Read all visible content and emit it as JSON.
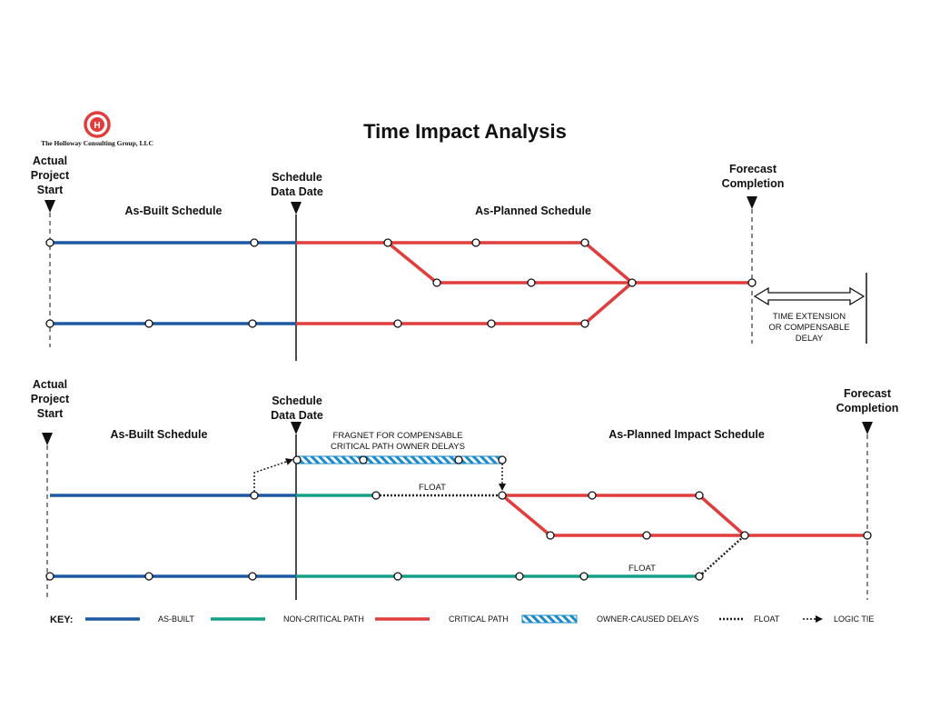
{
  "title": "Time Impact Analysis",
  "logo": {
    "name": "The Holloway Consulting Group, LLC",
    "mark": "H"
  },
  "colors": {
    "as_built": "#1d59a0",
    "non_critical": "#16a085",
    "critical": "#e03d3d",
    "owner_delay": "#1d8ac8",
    "float": "#222222",
    "logic_tie": "#222222"
  },
  "top": {
    "actual_start": "Actual\nProject\nStart",
    "data_date": "Schedule\nData Date",
    "forecast": "Forecast\nCompletion",
    "as_built_label": "As-Built Schedule",
    "as_planned_label": "As-Planned Schedule",
    "extension_label": "TIME EXTENSION\nOR COMPENSABLE\nDELAY"
  },
  "bottom": {
    "actual_start": "Actual\nProject\nStart",
    "data_date": "Schedule\nData Date",
    "forecast": "Forecast\nCompletion",
    "as_built_label": "As-Built Schedule",
    "impact_label": "As-Planned Impact Schedule",
    "fragnet_label": "FRAGNET FOR COMPENSABLE\nCRITICAL PATH OWNER DELAYS",
    "float_label_1": "FLOAT",
    "float_label_2": "FLOAT"
  },
  "key": {
    "title": "KEY:",
    "items": [
      {
        "label": "AS-BUILT",
        "style": "as_built"
      },
      {
        "label": "NON-CRITICAL PATH",
        "style": "non_critical"
      },
      {
        "label": "CRITICAL PATH",
        "style": "critical"
      },
      {
        "label": "OWNER-CAUSED DELAYS",
        "style": "owner_delay"
      },
      {
        "label": "FLOAT",
        "style": "float"
      },
      {
        "label": "LOGIC TIE",
        "style": "logic_tie"
      }
    ]
  }
}
